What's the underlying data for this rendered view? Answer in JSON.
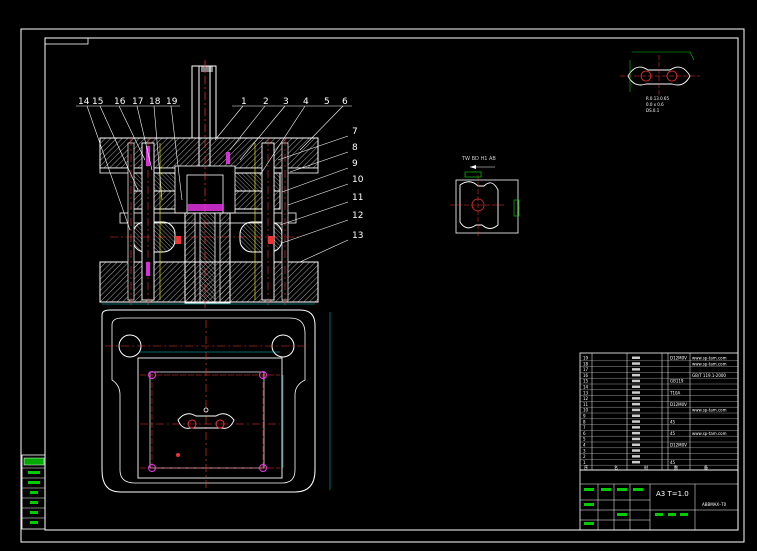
{
  "drawing": {
    "part_numbers": [
      "1",
      "2",
      "3",
      "4",
      "5",
      "6",
      "7",
      "8",
      "9",
      "10",
      "11",
      "12",
      "13",
      "14",
      "15",
      "16",
      "17",
      "18",
      "19"
    ],
    "right_numbers": [
      "7",
      "8",
      "9",
      "10",
      "11",
      "12",
      "13"
    ],
    "top_numbers": [
      "14",
      "15",
      "16",
      "17",
      "18",
      "19",
      "1",
      "2",
      "3",
      "4",
      "5",
      "6"
    ],
    "strip_note": "TW  BD  H1  AB",
    "detail_caption": [
      "R.0.13.0.65",
      "0.0 x 0.6",
      "DS.0.1"
    ],
    "title_block": {
      "spec": "A3  T=1.0",
      "drawing_name": "ABBMAX–T0"
    },
    "bom_rows": [
      "19",
      "18",
      "17",
      "16",
      "15",
      "14",
      "13",
      "12",
      "11",
      "10",
      "9",
      "8",
      "7",
      "6",
      "5",
      "4",
      "3",
      "2",
      "1"
    ],
    "bom_materials": [
      "D12M0V",
      "",
      "",
      "",
      "GB119",
      "",
      "T10A",
      "",
      "D12M0V",
      "",
      "",
      "45",
      "",
      "45",
      "",
      "D12M0V",
      "",
      "",
      "45"
    ],
    "bom_std": [
      "www.sp-tam.com",
      "www.sp-tam.com",
      "",
      "GB/T 119.1-2000",
      "",
      "",
      "",
      "",
      "",
      "www.sp-tam.com",
      "",
      "",
      "",
      "www.sp-tam.com",
      "",
      "",
      "",
      "",
      ""
    ],
    "bom_footer": [
      "序",
      "名",
      "材",
      "数",
      "备"
    ],
    "left_strip": [
      "底图总号",
      "",
      "",
      "",
      "",
      "",
      ""
    ]
  }
}
